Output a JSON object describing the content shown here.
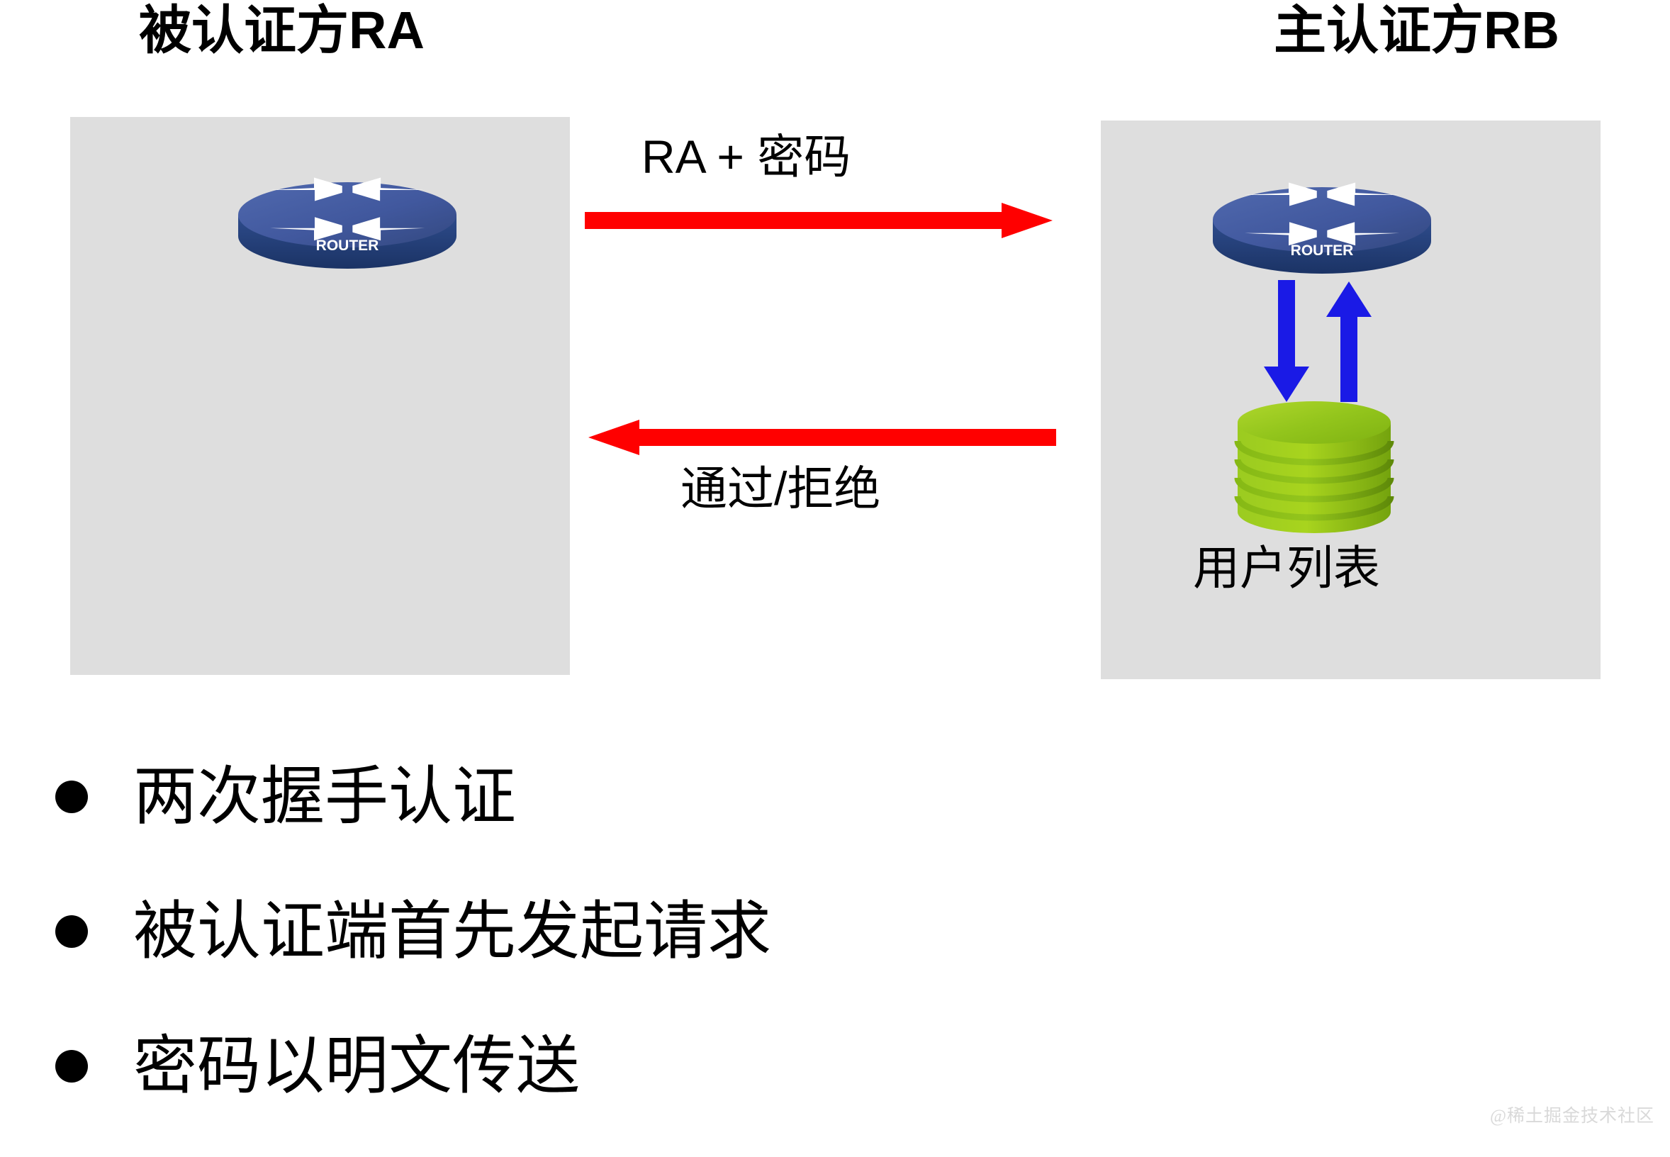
{
  "diagram": {
    "title_left": "被认证方RA",
    "title_right": "主认证方RB",
    "left_panel": {
      "device_label": "ROUTER"
    },
    "right_panel": {
      "device_label": "ROUTER",
      "database_label": "用户列表"
    },
    "messages": [
      {
        "label": "RA + 密码",
        "direction": "left-to-right",
        "color": "#FF0000"
      },
      {
        "label": "通过/拒绝",
        "direction": "right-to-left",
        "color": "#FF0000"
      }
    ],
    "internal_flow": {
      "down_arrow_color": "#1A1AE6",
      "up_arrow_color": "#1A1AE6"
    },
    "colors": {
      "panel_background": "#DEDEDE",
      "page_background": "#FFFFFF",
      "router_body": "#41589E",
      "router_body_dark": "#1F3C79",
      "database_green": "#8DC21F",
      "database_green_light": "#A8D41E",
      "message_arrow": "#FF0000",
      "internal_arrow": "#1A1AE6",
      "text": "#000000"
    }
  },
  "bullets": [
    {
      "text": "两次握手认证"
    },
    {
      "text": "被认证端首先发起请求"
    },
    {
      "text": "密码以明文传送"
    }
  ],
  "watermark": {
    "text": "@稀土掘金技术社区"
  }
}
